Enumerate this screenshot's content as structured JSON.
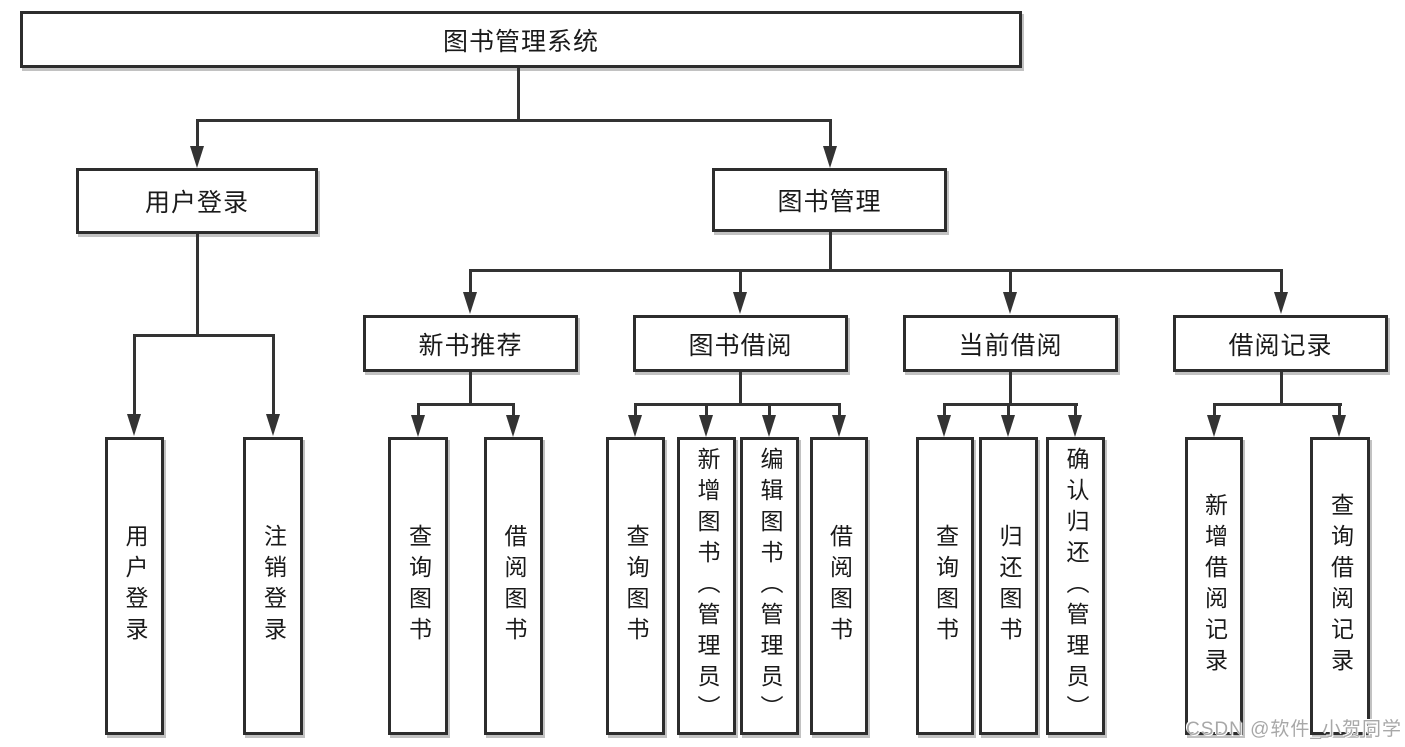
{
  "diagram": {
    "title": "图书管理系统",
    "branches": {
      "user_login": "用户登录",
      "book_management": "图书管理"
    },
    "modules": {
      "new_book_recommend": "新书推荐",
      "book_borrow": "图书借阅",
      "current_borrow": "当前借阅",
      "borrow_records": "借阅记录"
    },
    "functions": {
      "login": "用户登录",
      "logout": "注销登录",
      "recommend_query_books": "查询图书",
      "recommend_borrow_books": "借阅图书",
      "borrow_query_books": "查询图书",
      "borrow_add_books": "新增图书（管理员）",
      "borrow_edit_books": "编辑图书（管理员）",
      "borrow_borrow_books": "借阅图书",
      "current_query_books": "查询图书",
      "current_return_books": "归还图书",
      "current_confirm_return": "确认归还（管理员）",
      "records_add_record": "新增借阅记录",
      "records_query_record": "查询借阅记录"
    }
  },
  "watermark": {
    "text": "CSDN @软件_小贺同学"
  },
  "colors": {
    "line": "#333333",
    "box_border": "#2d2d2d",
    "background": "#ffffff",
    "text": "#1a1a1a",
    "watermark": "#a8a8a8"
  }
}
